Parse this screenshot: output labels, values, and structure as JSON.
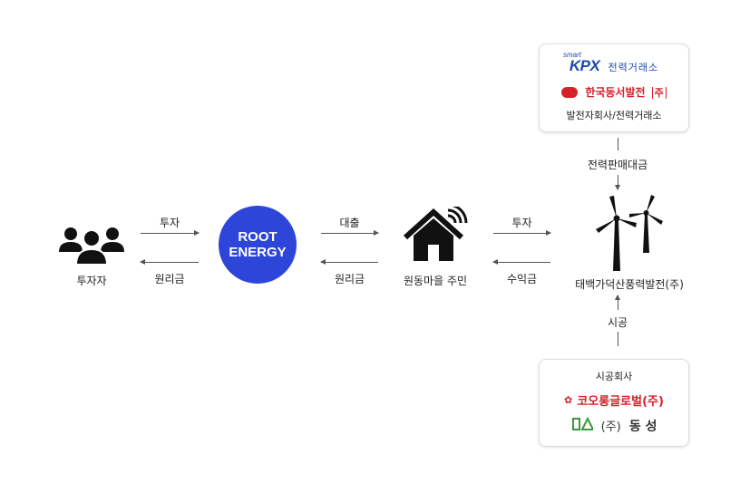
{
  "nodes": {
    "investor": {
      "label": "투자자"
    },
    "root_energy": {
      "line1": "ROOT",
      "line2": "ENERGY",
      "color": "#2d45d8"
    },
    "residents": {
      "label": "원동마을 주민"
    },
    "wind_power": {
      "label": "태백가덕산풍력발전(주)"
    }
  },
  "flows": {
    "invest": "투자",
    "principal_interest_1": "원리금",
    "loan": "대출",
    "principal_interest_2": "원리금",
    "invest_2": "투자",
    "profit": "수익금",
    "power_sales": "전력판매대금",
    "construction": "시공"
  },
  "top_card": {
    "kpx_smart": "smart",
    "kpx_logo": "KPX",
    "kpx_name": "전력거래소",
    "kewp_name": "한국동서발전",
    "kewp_suffix": "주",
    "caption": "발전자회사/전력거래소",
    "kpx_color": "#1a4aa8",
    "kewp_color": "#d6202a"
  },
  "bottom_card": {
    "caption": "시공회사",
    "kolon_name": "코오롱글로벌(주)",
    "kolon_color": "#d6202a",
    "dongsung_prefix": "(주)",
    "dongsung_name": "동 성",
    "dongsung_color": "#3a9a3a"
  },
  "icons": [
    "people-icon",
    "house-wifi-icon",
    "wind-turbine-icon",
    "kolon-logo-icon",
    "dongsung-logo-icon"
  ]
}
